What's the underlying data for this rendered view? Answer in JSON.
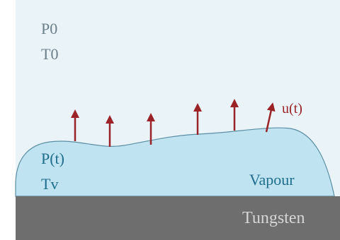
{
  "diagram": {
    "ambient": {
      "pressure": "P0",
      "temperature": "T0"
    },
    "vapour": {
      "pressure": "P(t)",
      "temperature": "Tv",
      "label": "Vapour"
    },
    "velocity_label": "u(t)",
    "substrate_label": "Tungsten",
    "colors": {
      "ambient_bg": "#e9f3f8",
      "vapour_fill": "#bfe3f0",
      "vapour_edge": "#5a8fa3",
      "substrate": "#6e6e6e",
      "arrow": "#9b2226"
    }
  }
}
